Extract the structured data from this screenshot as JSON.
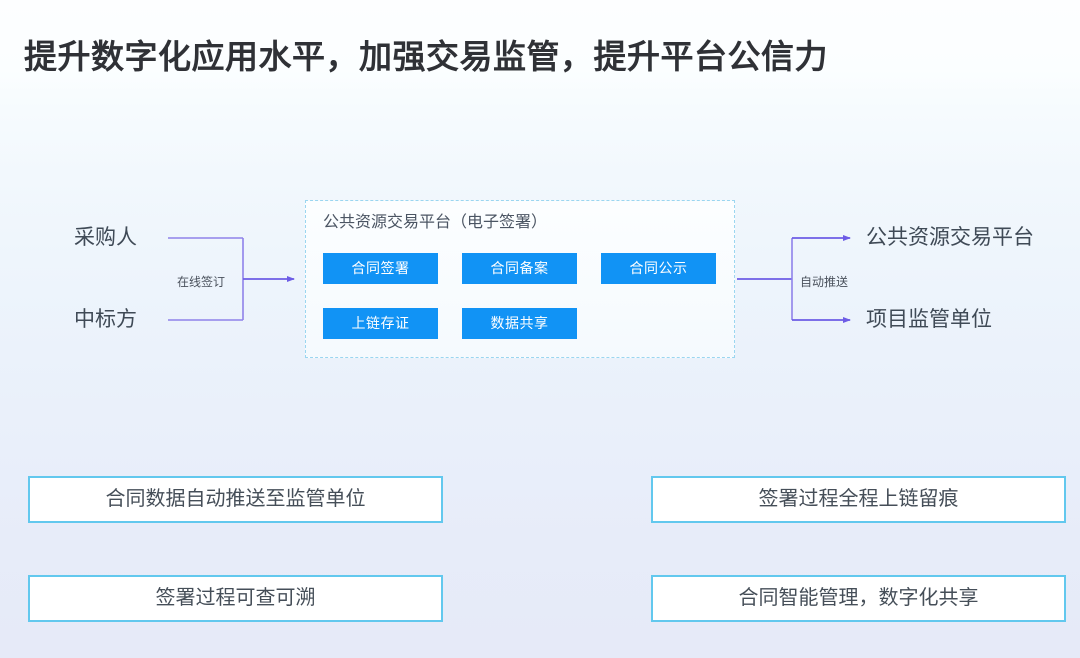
{
  "header": {
    "title": "提升数字化应用水平，加强交易监管，提升平台公信力"
  },
  "colors": {
    "chip_blue": "#1193f5",
    "connector_purple": "#6d5ce6",
    "panel_border": "#9bd6f0",
    "feature_border": "#62c8ee",
    "text_dark": "#3f4a56",
    "title_dark": "#2f3136"
  },
  "diagram": {
    "left_nodes": [
      {
        "id": "buyer",
        "label": "采购人"
      },
      {
        "id": "winner",
        "label": "中标方"
      }
    ],
    "left_edge_label": "在线签订",
    "right_edge_label": "自动推送",
    "right_nodes": [
      {
        "id": "public-resource-platform",
        "label": "公共资源交易平台"
      },
      {
        "id": "project-supervision-unit",
        "label": "项目监管单位"
      }
    ],
    "platform": {
      "title": "公共资源交易平台（电子签署）",
      "row1": [
        {
          "id": "contract-sign",
          "label": "合同签署"
        },
        {
          "id": "contract-record",
          "label": "合同备案"
        },
        {
          "id": "contract-publish",
          "label": "合同公示"
        }
      ],
      "row2": [
        {
          "id": "chain-evidence",
          "label": "上链存证"
        },
        {
          "id": "data-share",
          "label": "数据共享"
        }
      ]
    }
  },
  "features": [
    {
      "id": "auto-push",
      "label": "合同数据自动推送至监管单位"
    },
    {
      "id": "chain-trace",
      "label": "签署过程全程上链留痕"
    },
    {
      "id": "traceability",
      "label": "签署过程可查可溯"
    },
    {
      "id": "smart-manage",
      "label": "合同智能管理，数字化共享"
    }
  ]
}
